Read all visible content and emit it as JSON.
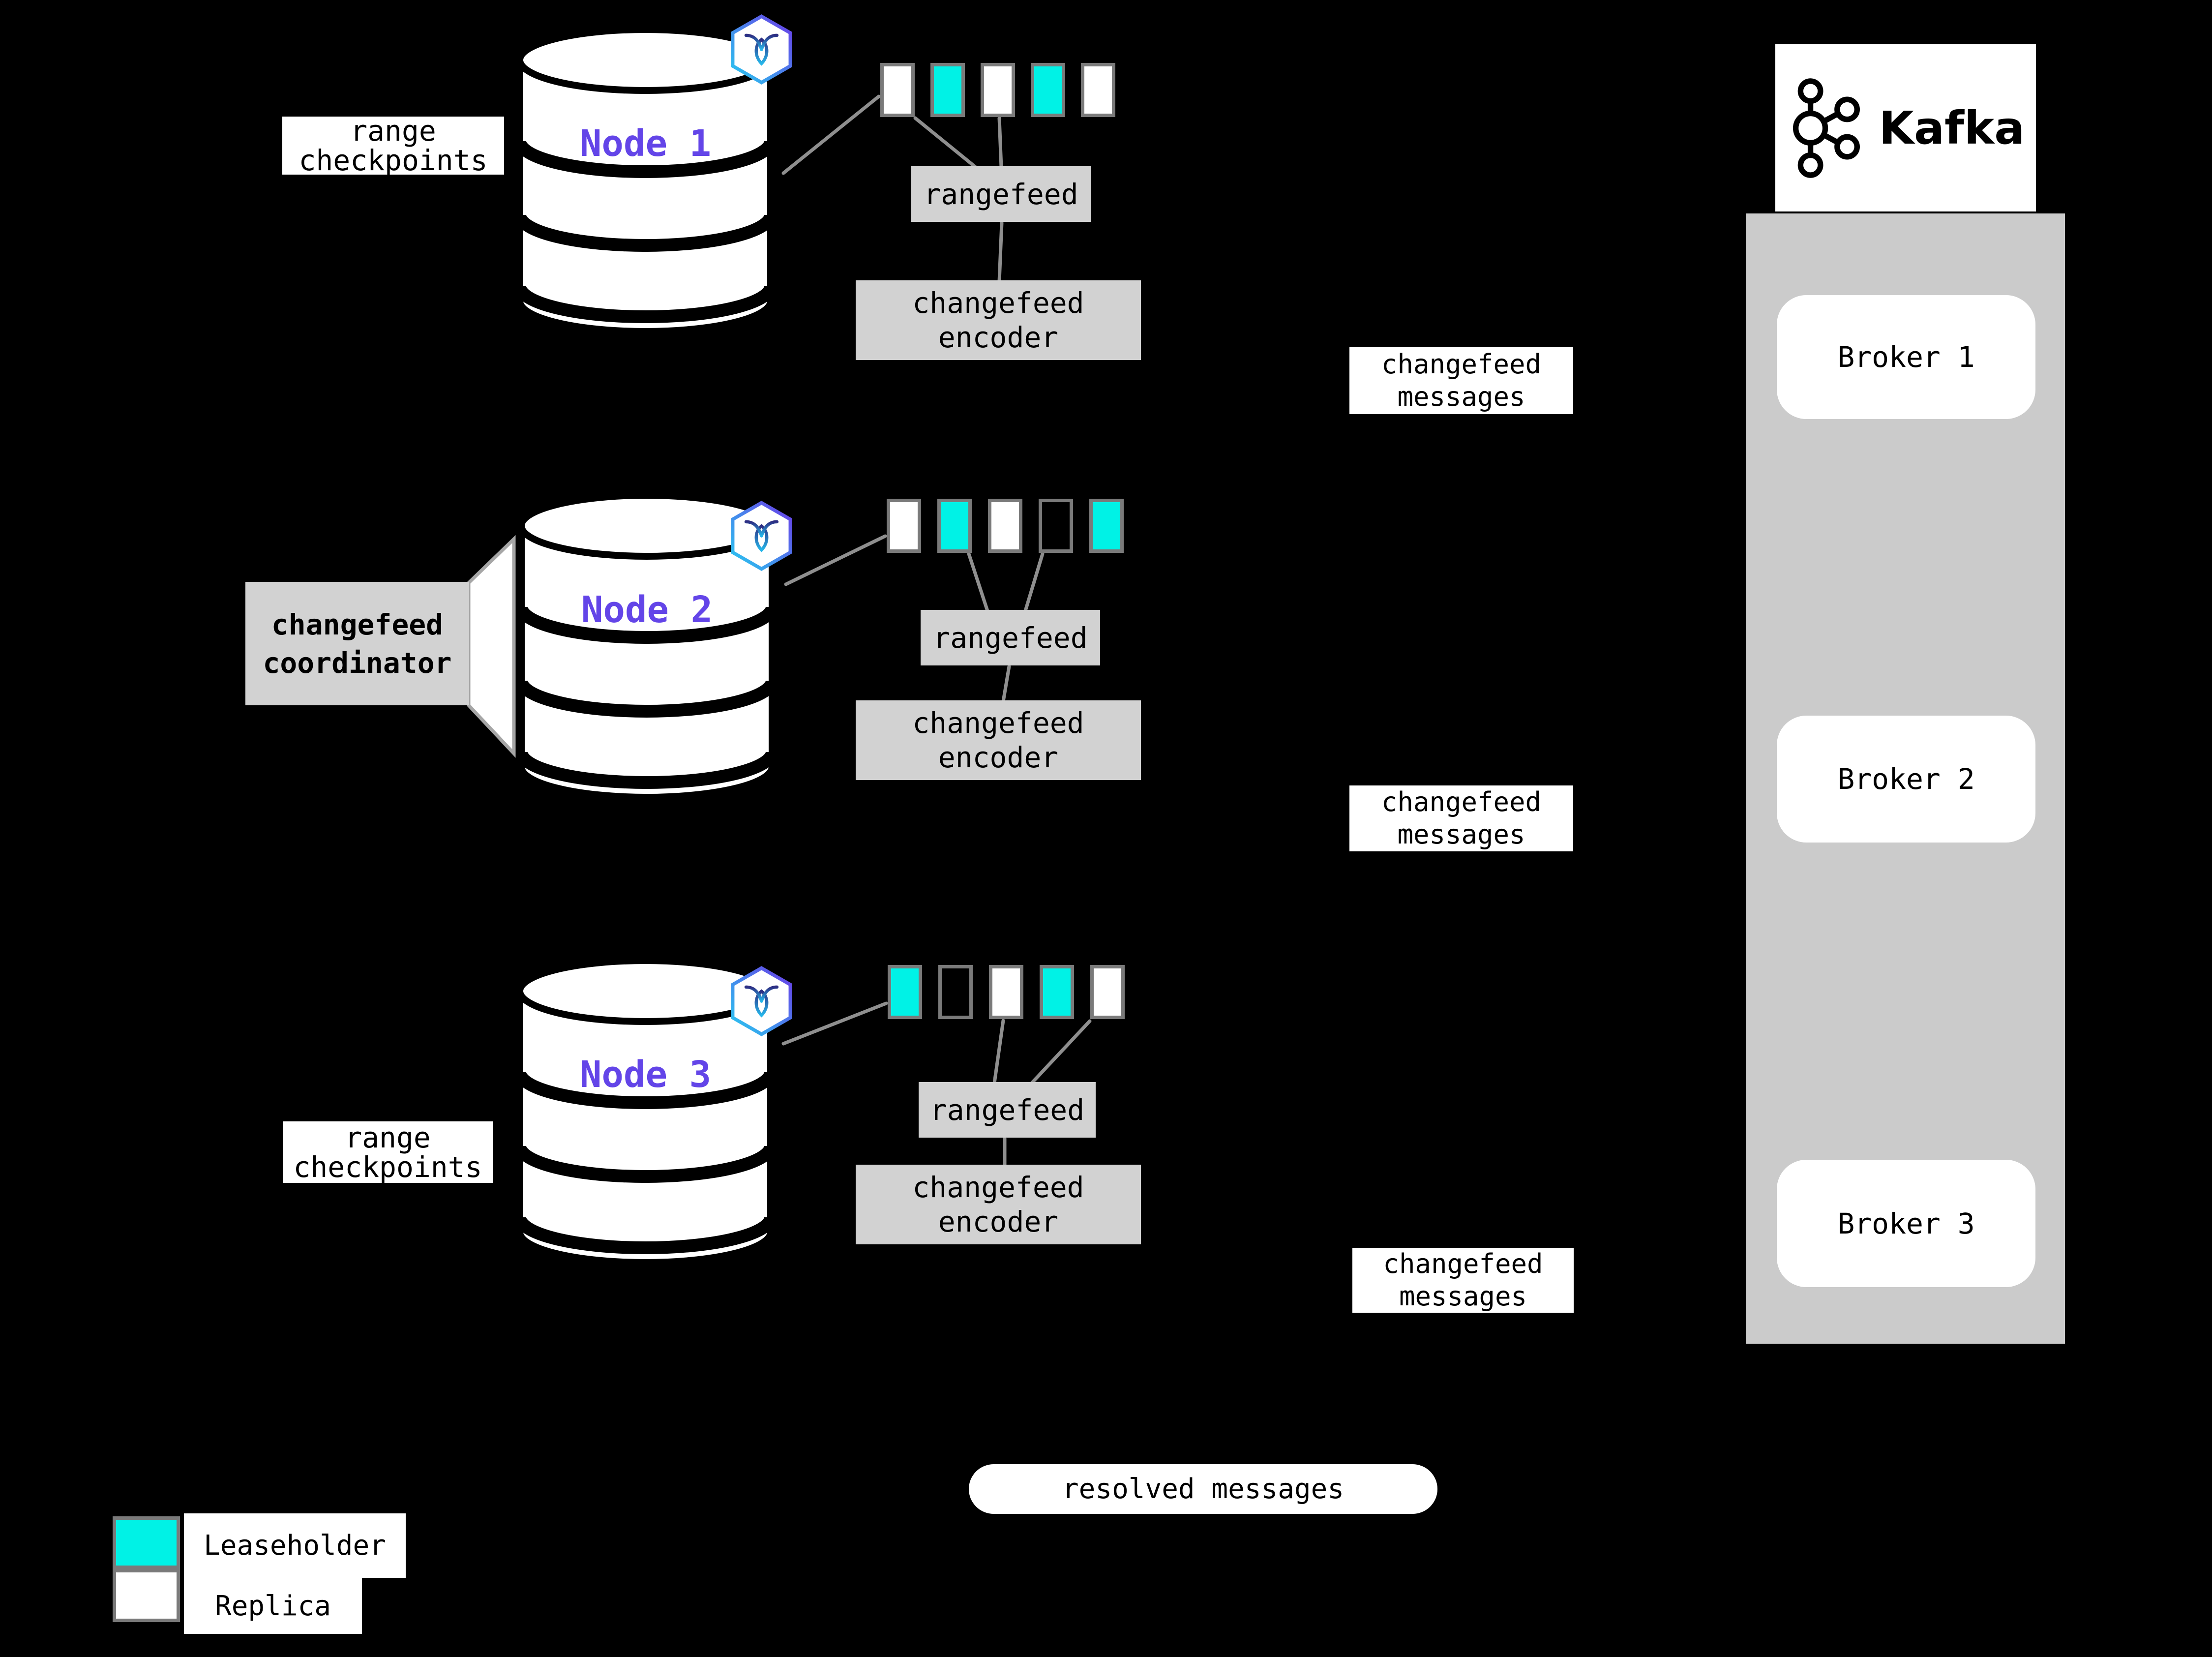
{
  "labels": {
    "range_checkpoints": "range checkpoints",
    "changefeed_messages": "changefeed messages",
    "coordinator": "changefeed coordinator",
    "resolved": "resolved messages"
  },
  "nodes": [
    {
      "label": "Node 1",
      "rangefeed": "rangefeed",
      "encoder": "changefeed encoder",
      "ranges": [
        "replica",
        "leaseholder",
        "replica",
        "leaseholder",
        "replica"
      ]
    },
    {
      "label": "Node 2",
      "rangefeed": "rangefeed",
      "encoder": "changefeed encoder",
      "ranges": [
        "replica",
        "leaseholder",
        "replica",
        "empty",
        "leaseholder"
      ]
    },
    {
      "label": "Node 3",
      "rangefeed": "rangefeed",
      "encoder": "changefeed encoder",
      "ranges": [
        "leaseholder",
        "empty",
        "replica",
        "leaseholder",
        "replica"
      ]
    }
  ],
  "kafka": {
    "title": "Kafka",
    "brokers": [
      "Broker 1",
      "Broker 2",
      "Broker 3"
    ]
  },
  "legend": {
    "leaseholder": "Leaseholder",
    "replica": "Replica"
  },
  "icons": {
    "database_icon": "cockroachdb-hexagon-icon",
    "kafka_icon": "kafka-circles-icon"
  },
  "colors": {
    "background": "#000000",
    "leaseholder": "#00F2E6",
    "replica": "#FFFFFF",
    "node_label": "#6345E8",
    "box_gray": "#D2D2D2",
    "kafka_container": "#CBCBCB",
    "connector_gray": "#8F8F8F",
    "square_border": "#7A7A7A"
  }
}
